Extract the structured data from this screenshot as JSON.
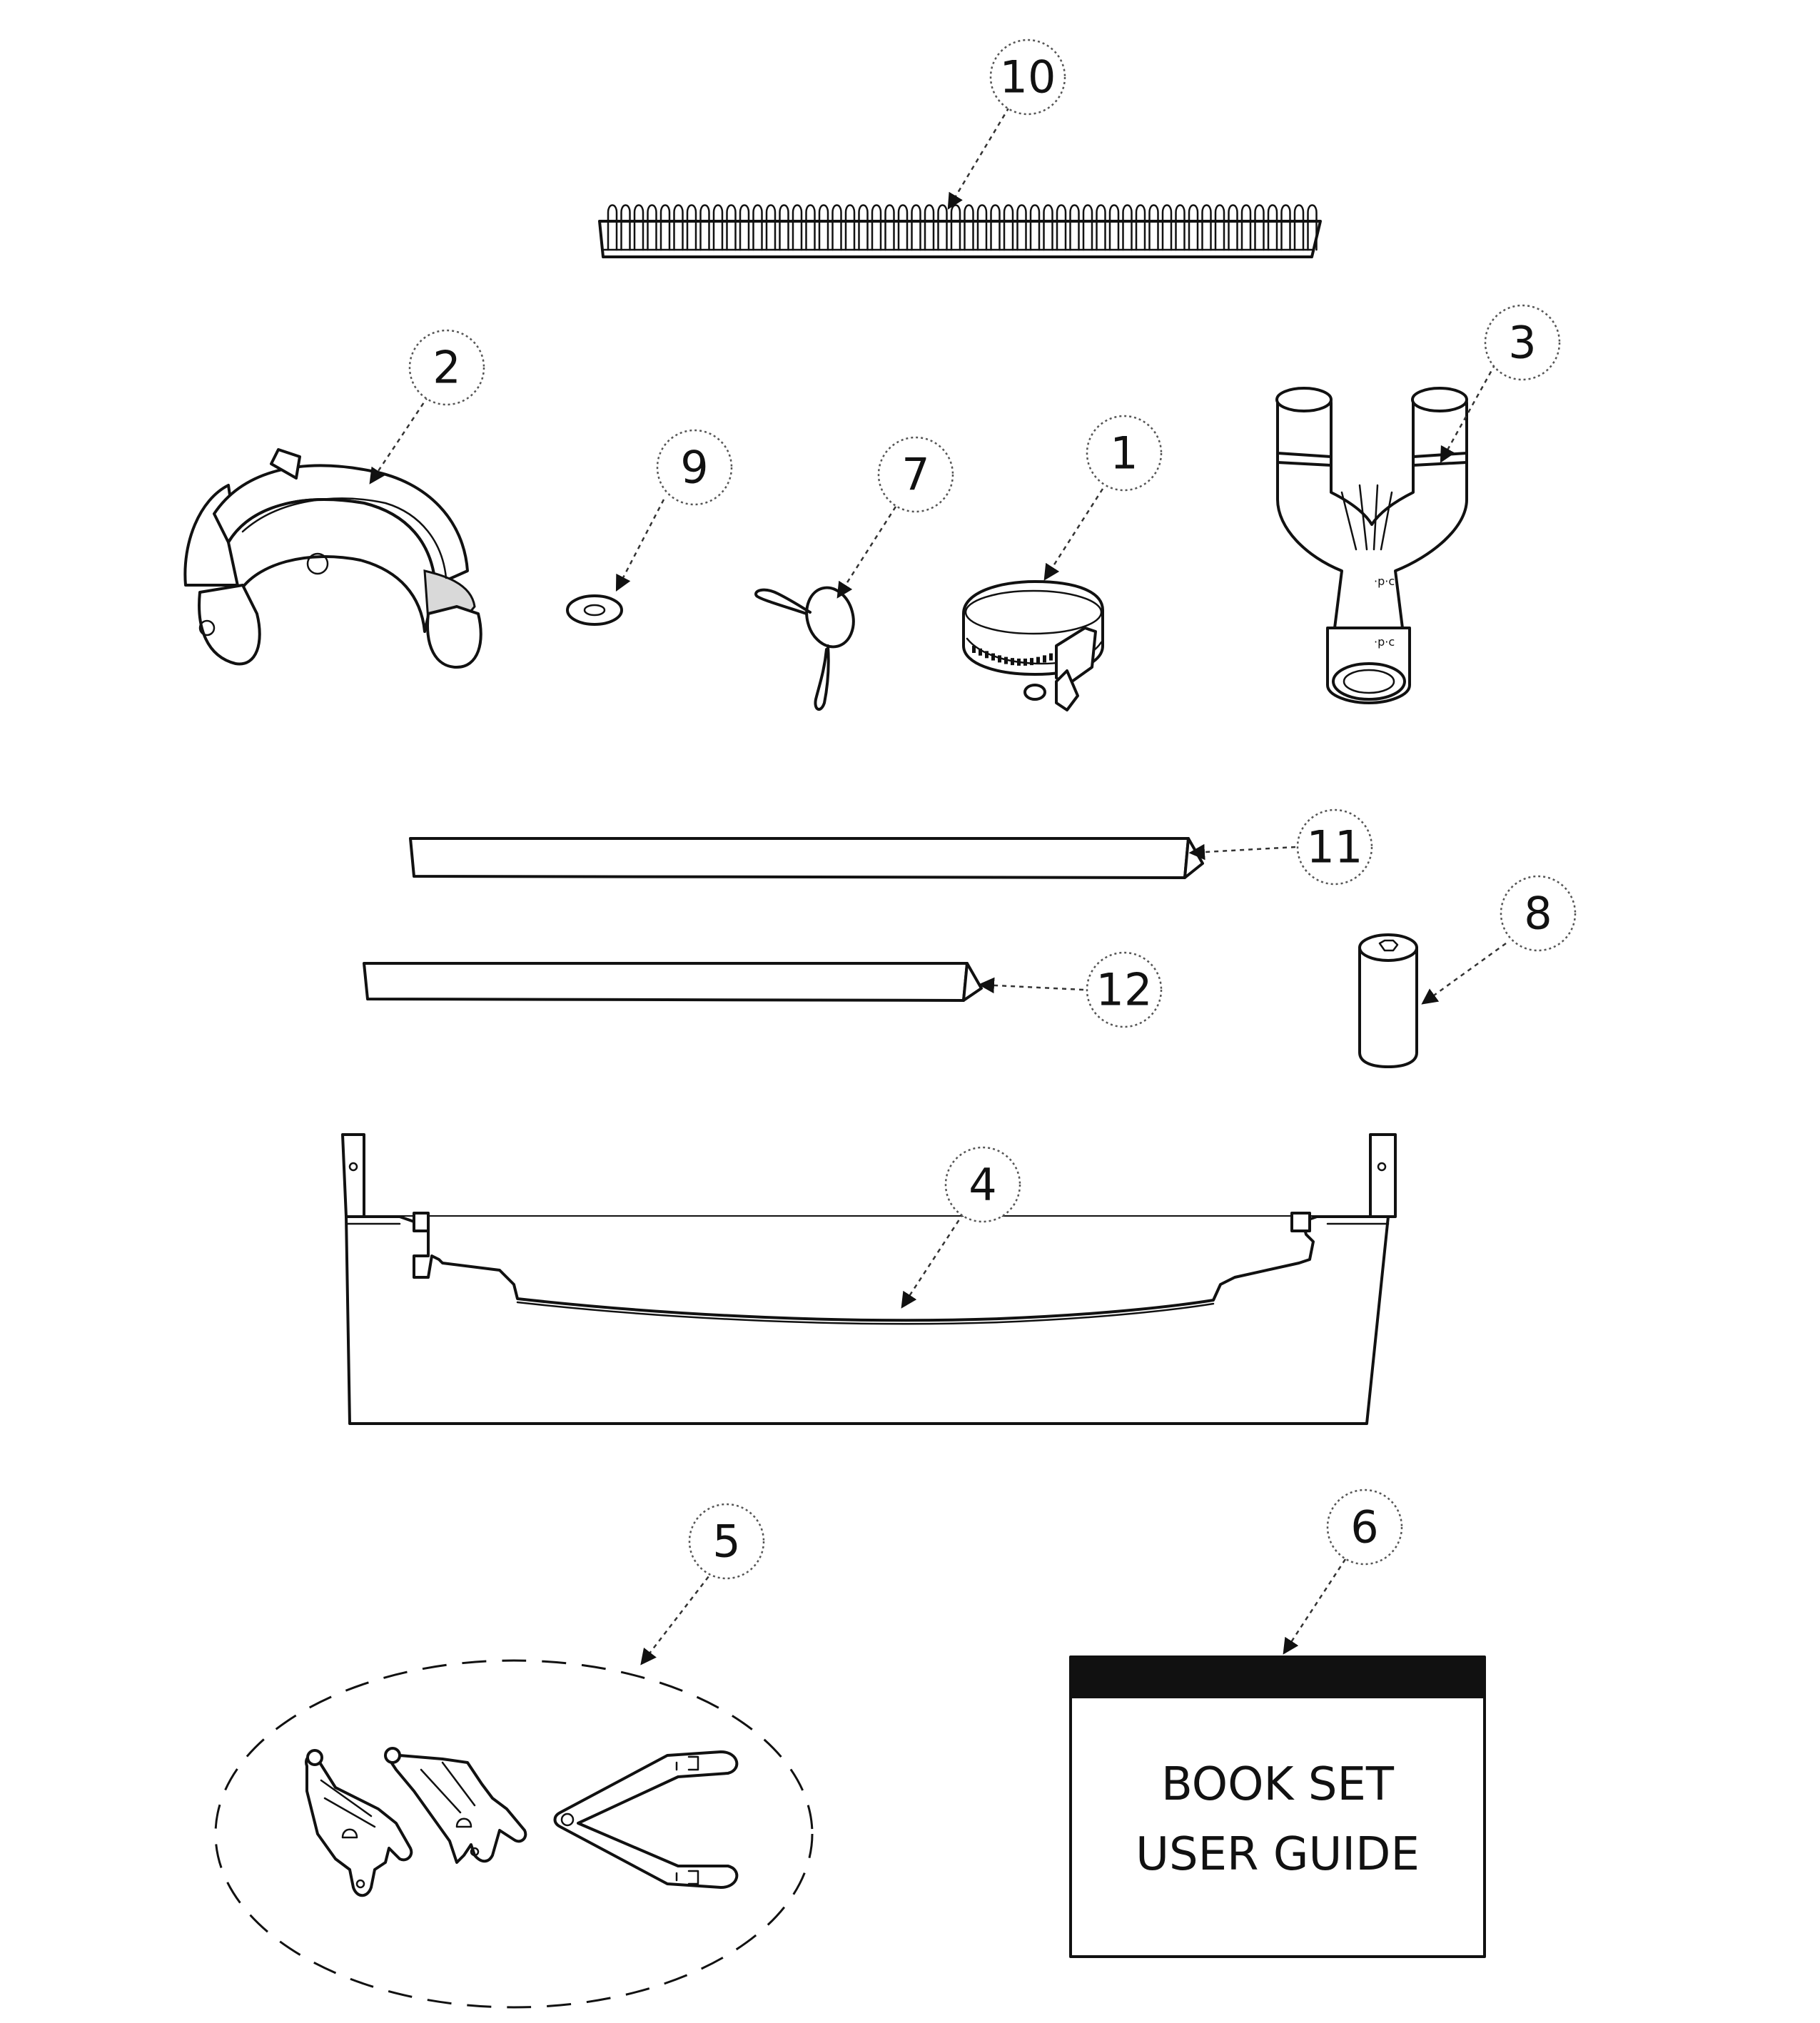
{
  "callouts": {
    "c1": "1",
    "c2": "2",
    "c3": "3",
    "c4": "4",
    "c5": "5",
    "c6": "6",
    "c7": "7",
    "c8": "8",
    "c9": "9",
    "c10": "10",
    "c11": "11",
    "c12": "12"
  },
  "book": {
    "line1": "BOOK SET",
    "line2": "USER GUIDE"
  }
}
